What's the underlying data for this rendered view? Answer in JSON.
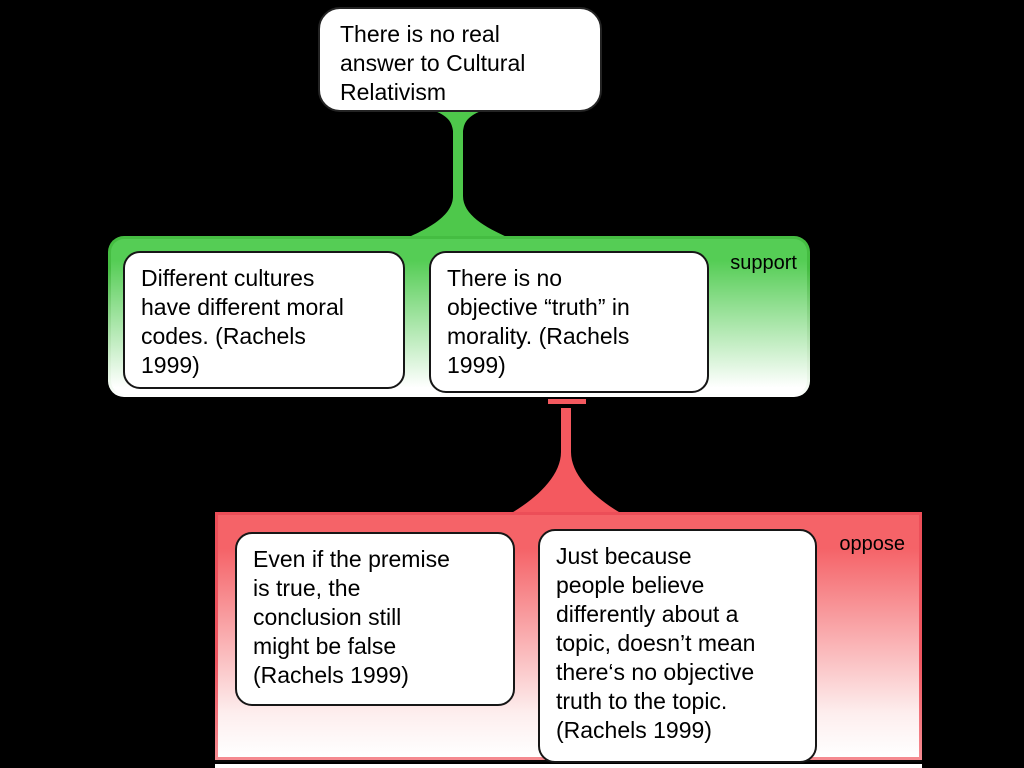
{
  "canvas": {
    "background_color": "#000000"
  },
  "claim": {
    "text": "There is no real\nanswer to Cultural\nRelativism"
  },
  "support_group": {
    "label": "support",
    "color_top": "#55cd55",
    "border_color": "#45bd42",
    "boxes": [
      {
        "text": "Different cultures\nhave different moral\ncodes. (Rachels\n1999)"
      },
      {
        "text": "There is no\nobjective “truth” in\nmorality. (Rachels\n1999)"
      }
    ]
  },
  "oppose_group": {
    "label": "oppose",
    "color_top": "#f56368",
    "border_color": "#ec4e58",
    "boxes": [
      {
        "text": "Even if the premise\nis true, the\nconclusion still\nmight be false\n(Rachels 1999)"
      },
      {
        "text": "Just because\npeople believe\ndifferently about a\ntopic, doesn’t mean\nthere‘s no objective\ntruth to the topic.\n(Rachels 1999)"
      }
    ]
  },
  "connectors": {
    "support_edge_color": "#4ec84b",
    "oppose_edge_color": "#f4595f"
  }
}
